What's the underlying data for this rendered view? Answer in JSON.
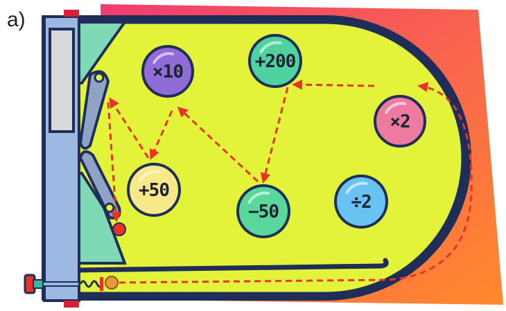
{
  "panel_label": "a)",
  "bumpers": [
    {
      "id": "times10",
      "label": "×10",
      "color": "#8f6cd8"
    },
    {
      "id": "plus200",
      "label": "+200",
      "color": "#4fd2a0"
    },
    {
      "id": "times2",
      "label": "×2",
      "color": "#ef7aa0"
    },
    {
      "id": "plus50",
      "label": "+50",
      "color": "#f7e98a"
    },
    {
      "id": "minus50",
      "label": "−50",
      "color": "#5ad79a"
    },
    {
      "id": "divide2",
      "label": "÷2",
      "color": "#69c3f2"
    }
  ],
  "colors": {
    "playfield": "#e3f33a",
    "outline": "#1e2e58",
    "path": "#e8322a",
    "background_gradient": [
      "#f23c70",
      "#ff8a2c"
    ],
    "side_panel": "#9db8e2",
    "flipper_area": "#7fd9b4"
  }
}
